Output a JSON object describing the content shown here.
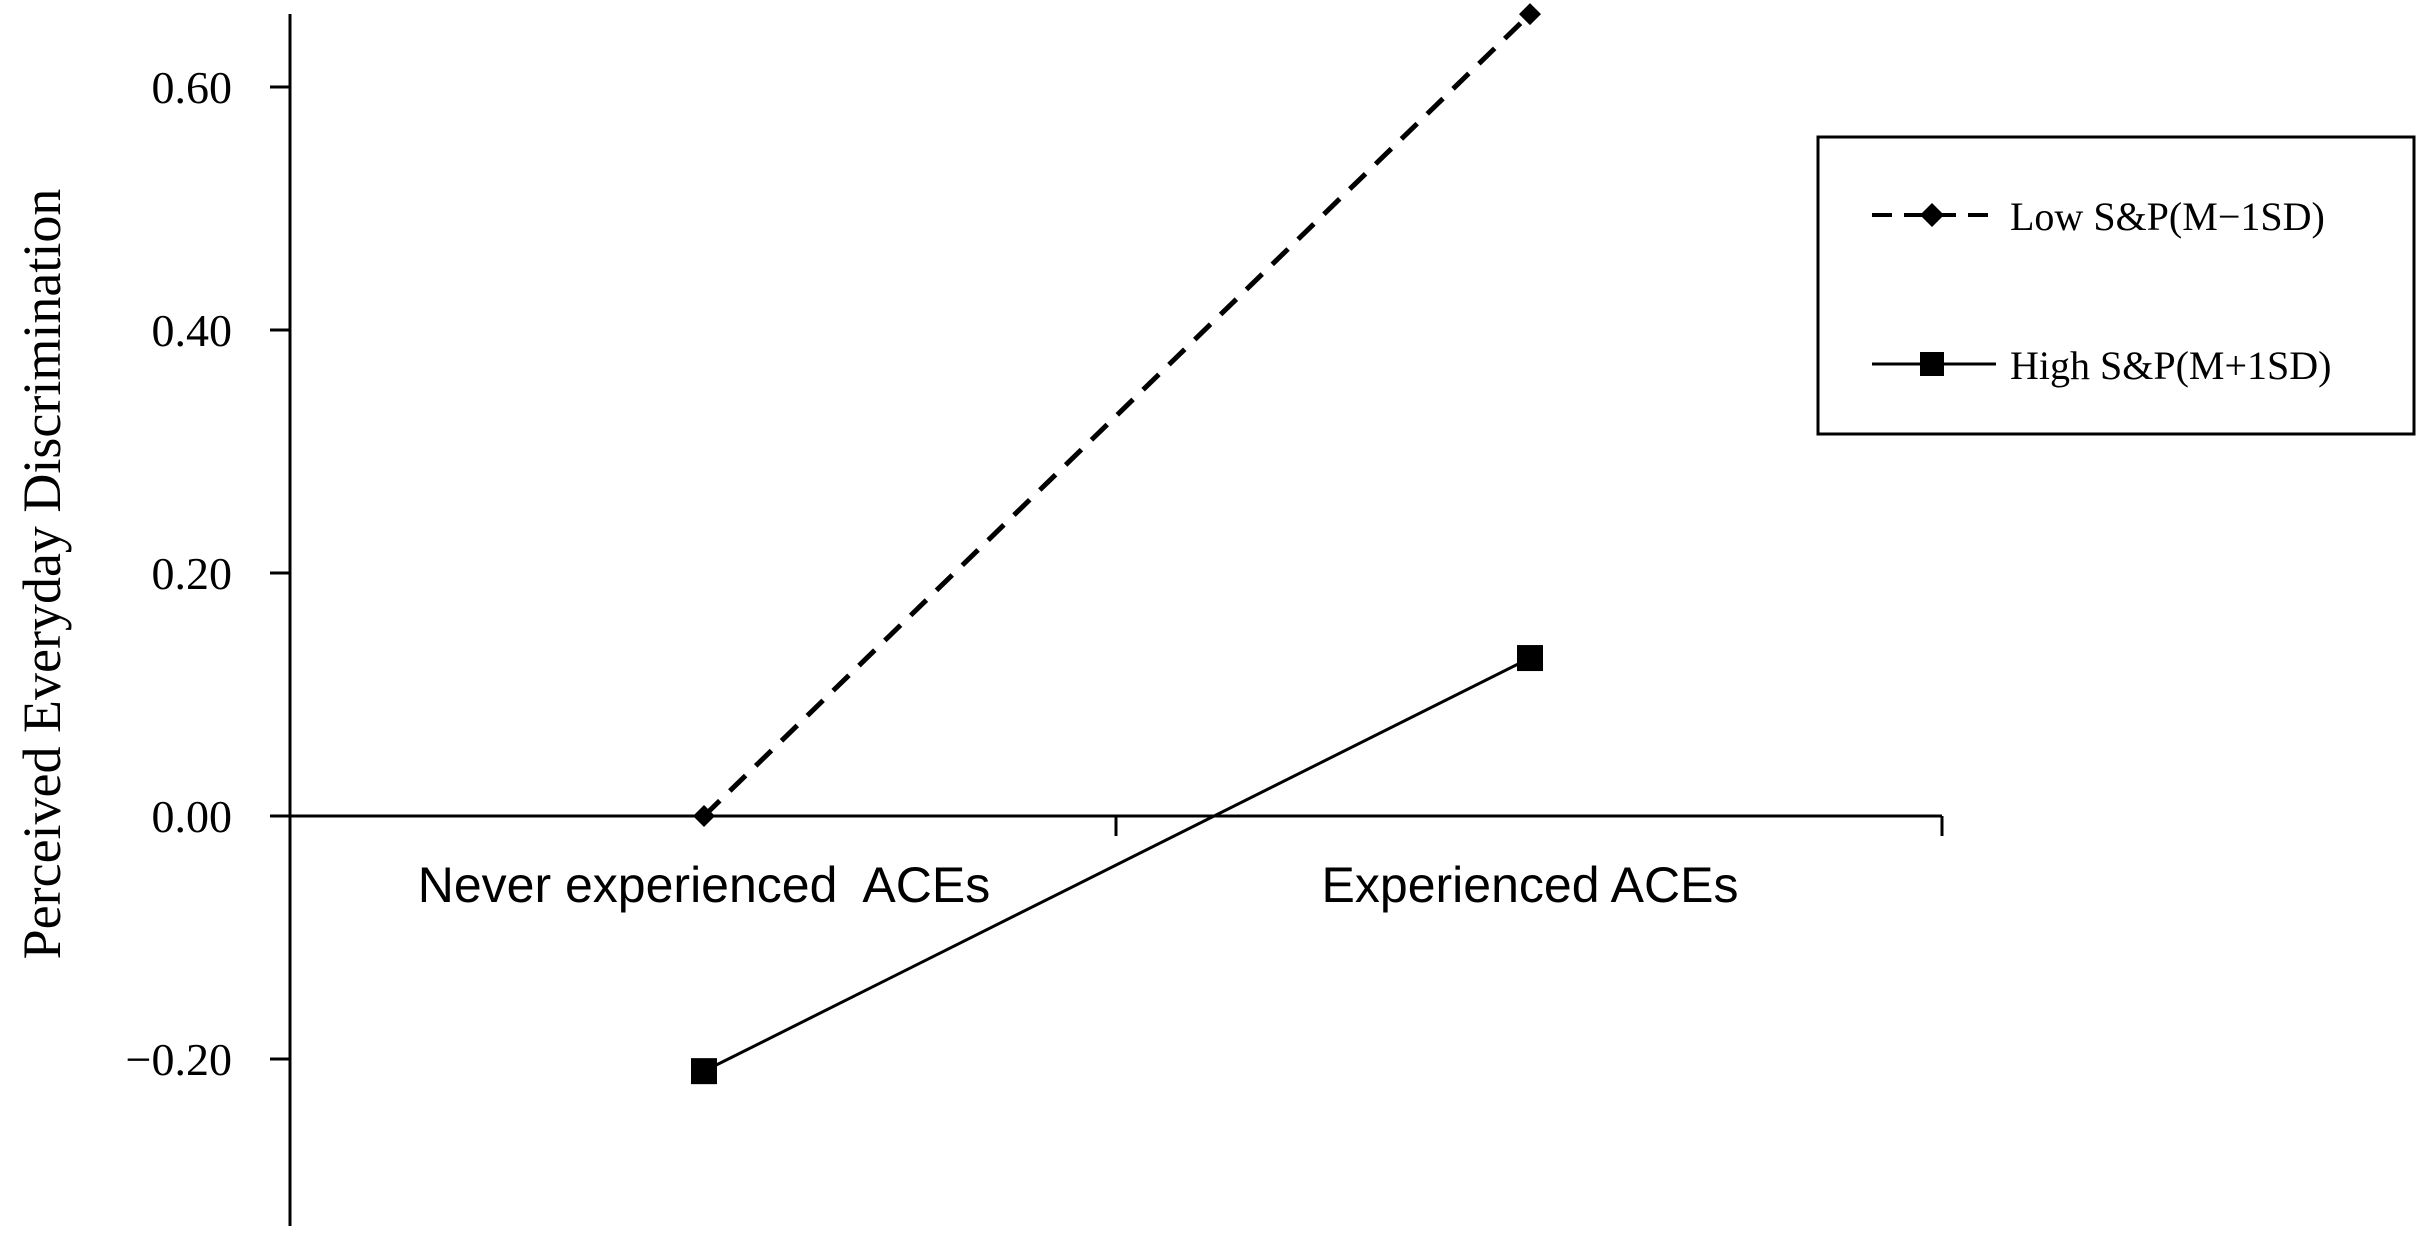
{
  "chart_data": {
    "type": "line",
    "categories": [
      "Never experienced  ACEs",
      "Experienced ACEs"
    ],
    "series": [
      {
        "name": "Low S&P(M−1SD)",
        "values": [
          0.0,
          0.66
        ],
        "line_style": "dashed",
        "marker": "diamond"
      },
      {
        "name": "High S&P(M+1SD)",
        "values": [
          -0.21,
          0.13
        ],
        "line_style": "solid",
        "marker": "square"
      }
    ],
    "ylabel": "Perceived Everyday Discrimination",
    "y_ticks": [
      "0.60",
      "0.40",
      "0.20",
      "0.00",
      "-0.20"
    ],
    "y_tick_values": [
      0.6,
      0.4,
      0.2,
      0.0,
      -0.2
    ],
    "ylim": [
      -0.33,
      0.66
    ],
    "legend": "right",
    "grid": false,
    "colors": {
      "line": "#000000",
      "background": "#ffffff"
    }
  }
}
